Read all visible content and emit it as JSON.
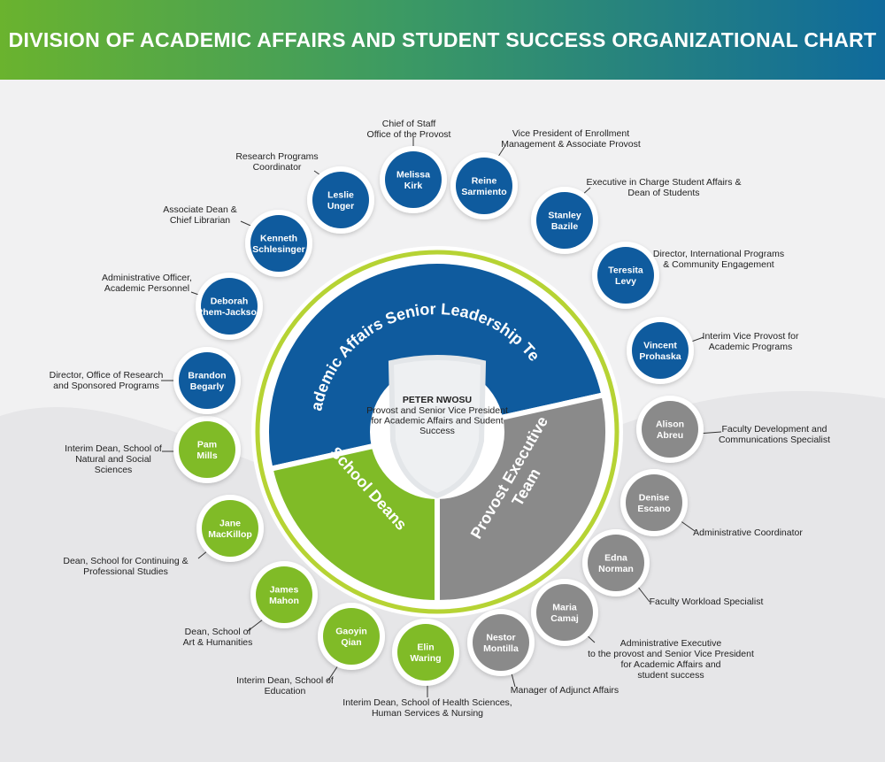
{
  "title": "DIVISION OF ACADEMIC AFFAIRS AND STUDENT SUCCESS ORGANIZATIONAL CHART",
  "colors": {
    "blue": "#0f5b9e",
    "green": "#80bb27",
    "gray": "#8a8a8a"
  },
  "center": {
    "name": "PETER NWOSU",
    "role_lines": [
      "Provost and Senior Vice President",
      "for Academic Affairs and Sudent",
      "Success"
    ]
  },
  "segments": [
    {
      "id": "leadership",
      "label": "Academic Affairs Senior Leadership Team",
      "color": "blue"
    },
    {
      "id": "deans",
      "label": "School Deans",
      "color": "green"
    },
    {
      "id": "executive",
      "label_lines": [
        "Provost Executive",
        "Team"
      ],
      "color": "gray"
    }
  ],
  "members": [
    {
      "name_lines": [
        "Melissa",
        "Kirk"
      ],
      "role_lines": [
        "Chief of Staff",
        "Office of the Provost"
      ],
      "group": "blue"
    },
    {
      "name_lines": [
        "Reine",
        "Sarmiento"
      ],
      "role_lines": [
        "Vice President of Enrollment",
        "Management & Associate Provost"
      ],
      "group": "blue"
    },
    {
      "name_lines": [
        "Stanley",
        "Bazile"
      ],
      "role_lines": [
        "Executive in Charge Student Affairs &",
        "Dean of Students"
      ],
      "group": "blue"
    },
    {
      "name_lines": [
        "Teresita",
        "Levy"
      ],
      "role_lines": [
        "Director, International Programs",
        "& Community Engagement"
      ],
      "group": "blue"
    },
    {
      "name_lines": [
        "Vincent",
        "Prohaska"
      ],
      "role_lines": [
        "Interim Vice Provost for",
        "Academic Programs"
      ],
      "group": "blue"
    },
    {
      "name_lines": [
        "Alison",
        "Abreu"
      ],
      "role_lines": [
        "Faculty Development and",
        "Communications Specialist"
      ],
      "group": "gray"
    },
    {
      "name_lines": [
        "Denise",
        "Escano"
      ],
      "role_lines": [
        "Administrative Coordinator"
      ],
      "group": "gray"
    },
    {
      "name_lines": [
        "Edna",
        "Norman"
      ],
      "role_lines": [
        "Faculty Workload Specialist"
      ],
      "group": "gray"
    },
    {
      "name_lines": [
        "Maria",
        "Camaj"
      ],
      "role_lines": [
        "Administrative Executive",
        "to the provost and Senior Vice President",
        "for Academic Affairs and",
        "student success"
      ],
      "group": "gray"
    },
    {
      "name_lines": [
        "Nestor",
        "Montilla"
      ],
      "role_lines": [
        "Manager of Adjunct Affairs"
      ],
      "group": "gray"
    },
    {
      "name_lines": [
        "Elin",
        "Waring"
      ],
      "role_lines": [
        "Interim Dean, School of Health Sciences,",
        "Human Services & Nursing"
      ],
      "group": "green"
    },
    {
      "name_lines": [
        "Gaoyin",
        "Qian"
      ],
      "role_lines": [
        "Interim Dean, School of",
        "Education"
      ],
      "group": "green"
    },
    {
      "name_lines": [
        "James",
        "Mahon"
      ],
      "role_lines": [
        "Dean, School of",
        "Art & Humanities"
      ],
      "group": "green"
    },
    {
      "name_lines": [
        "Jane",
        "MacKillop"
      ],
      "role_lines": [
        "Dean, School for Continuing &",
        "Professional Studies"
      ],
      "group": "green"
    },
    {
      "name_lines": [
        "Pam",
        "Mills"
      ],
      "role_lines": [
        "Interim Dean, School of",
        "Natural and Social",
        "Sciences"
      ],
      "group": "green"
    },
    {
      "name_lines": [
        "Brandon",
        "Begarly"
      ],
      "role_lines": [
        "Director, Office of Research",
        "and Sponsored Programs"
      ],
      "group": "blue"
    },
    {
      "name_lines": [
        "Deborah",
        "Rhem-Jackson"
      ],
      "role_lines": [
        "Administrative Officer,",
        "Academic Personnel"
      ],
      "group": "blue"
    },
    {
      "name_lines": [
        "Kenneth",
        "Schlesinger"
      ],
      "role_lines": [
        "Associate Dean &",
        "Chief Librarian"
      ],
      "group": "blue"
    },
    {
      "name_lines": [
        "Leslie",
        "Unger"
      ],
      "role_lines": [
        "Research Programs",
        "Coordinator"
      ],
      "group": "blue"
    }
  ]
}
